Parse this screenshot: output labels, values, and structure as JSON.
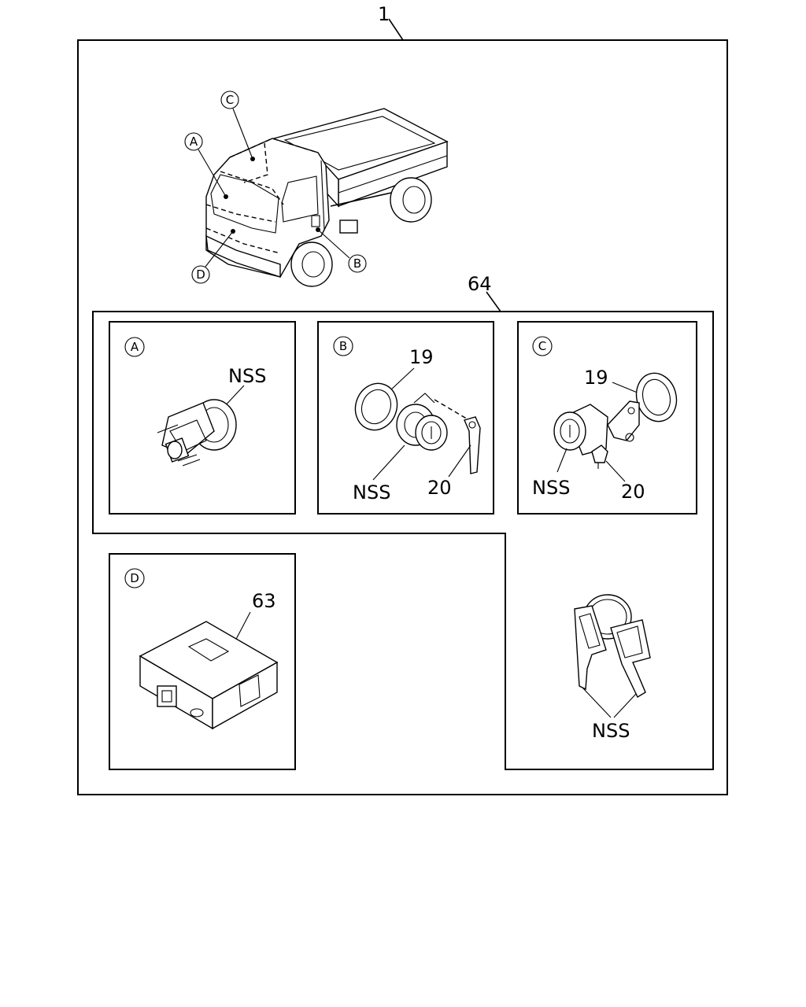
{
  "labels": {
    "assembly": "1",
    "lock_set": "64",
    "detail_a": "A",
    "detail_b": "B",
    "detail_c": "C",
    "detail_d": "D",
    "b_ring": "19",
    "b_cylinder": "NSS",
    "b_clip": "20",
    "c_ring": "19",
    "c_cylinder": "NSS",
    "c_clip": "20",
    "a_cylinder": "NSS",
    "d_module": "63",
    "keys": "NSS"
  }
}
